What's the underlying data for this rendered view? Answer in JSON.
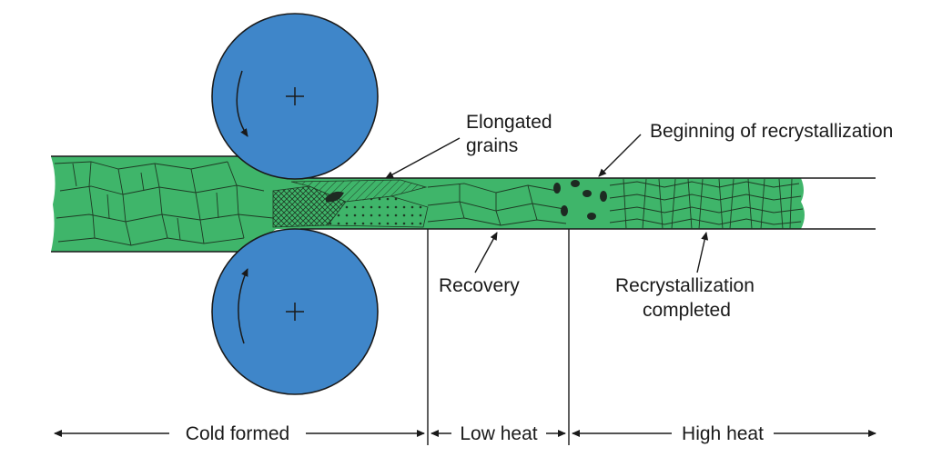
{
  "labels": {
    "elongated_grains_line1": "Elongated",
    "elongated_grains_line2": "grains",
    "beginning_recrystallization": "Beginning of recrystallization",
    "recovery": "Recovery",
    "recrystallization_completed_line1": "Recrystallization",
    "recrystallization_completed_line2": "completed"
  },
  "zones": {
    "cold_formed": "Cold formed",
    "low_heat": "Low heat",
    "high_heat": "High heat"
  },
  "colors": {
    "roller": "#3f86c9",
    "roller_edge": "#1a1a1a",
    "metal": "#3fb56a",
    "metal_dark": "#1e3a24",
    "text": "#1a1a1a"
  },
  "icons": {
    "roller_center": "crosshair-icon",
    "rotation": "curved-arrow-icon"
  }
}
